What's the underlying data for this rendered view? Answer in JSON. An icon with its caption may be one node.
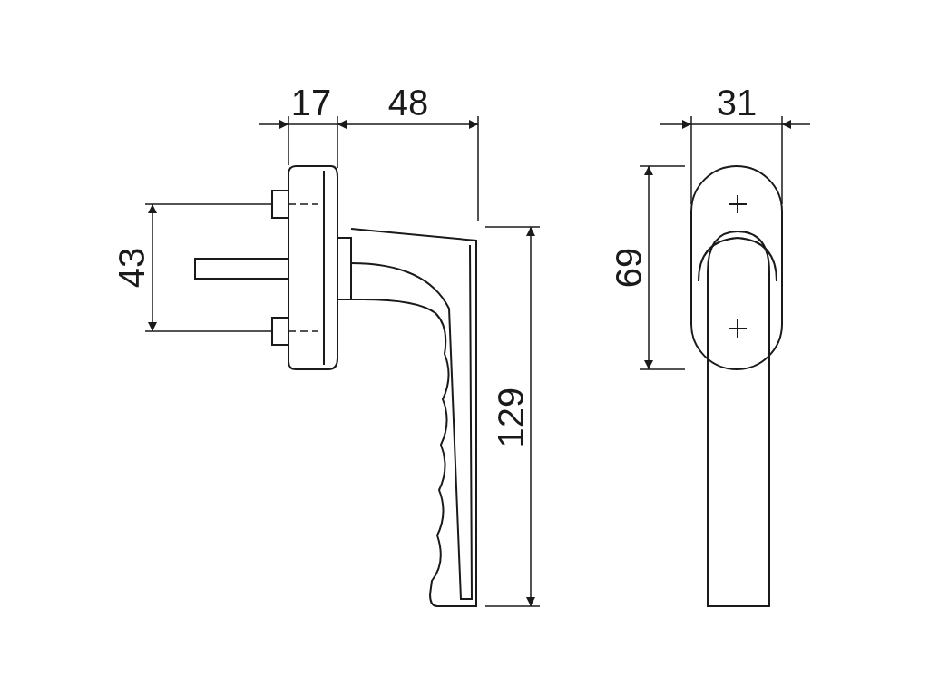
{
  "diagram": {
    "labels": [
      "17",
      "48",
      "31",
      "43",
      "69",
      "129"
    ]
  }
}
